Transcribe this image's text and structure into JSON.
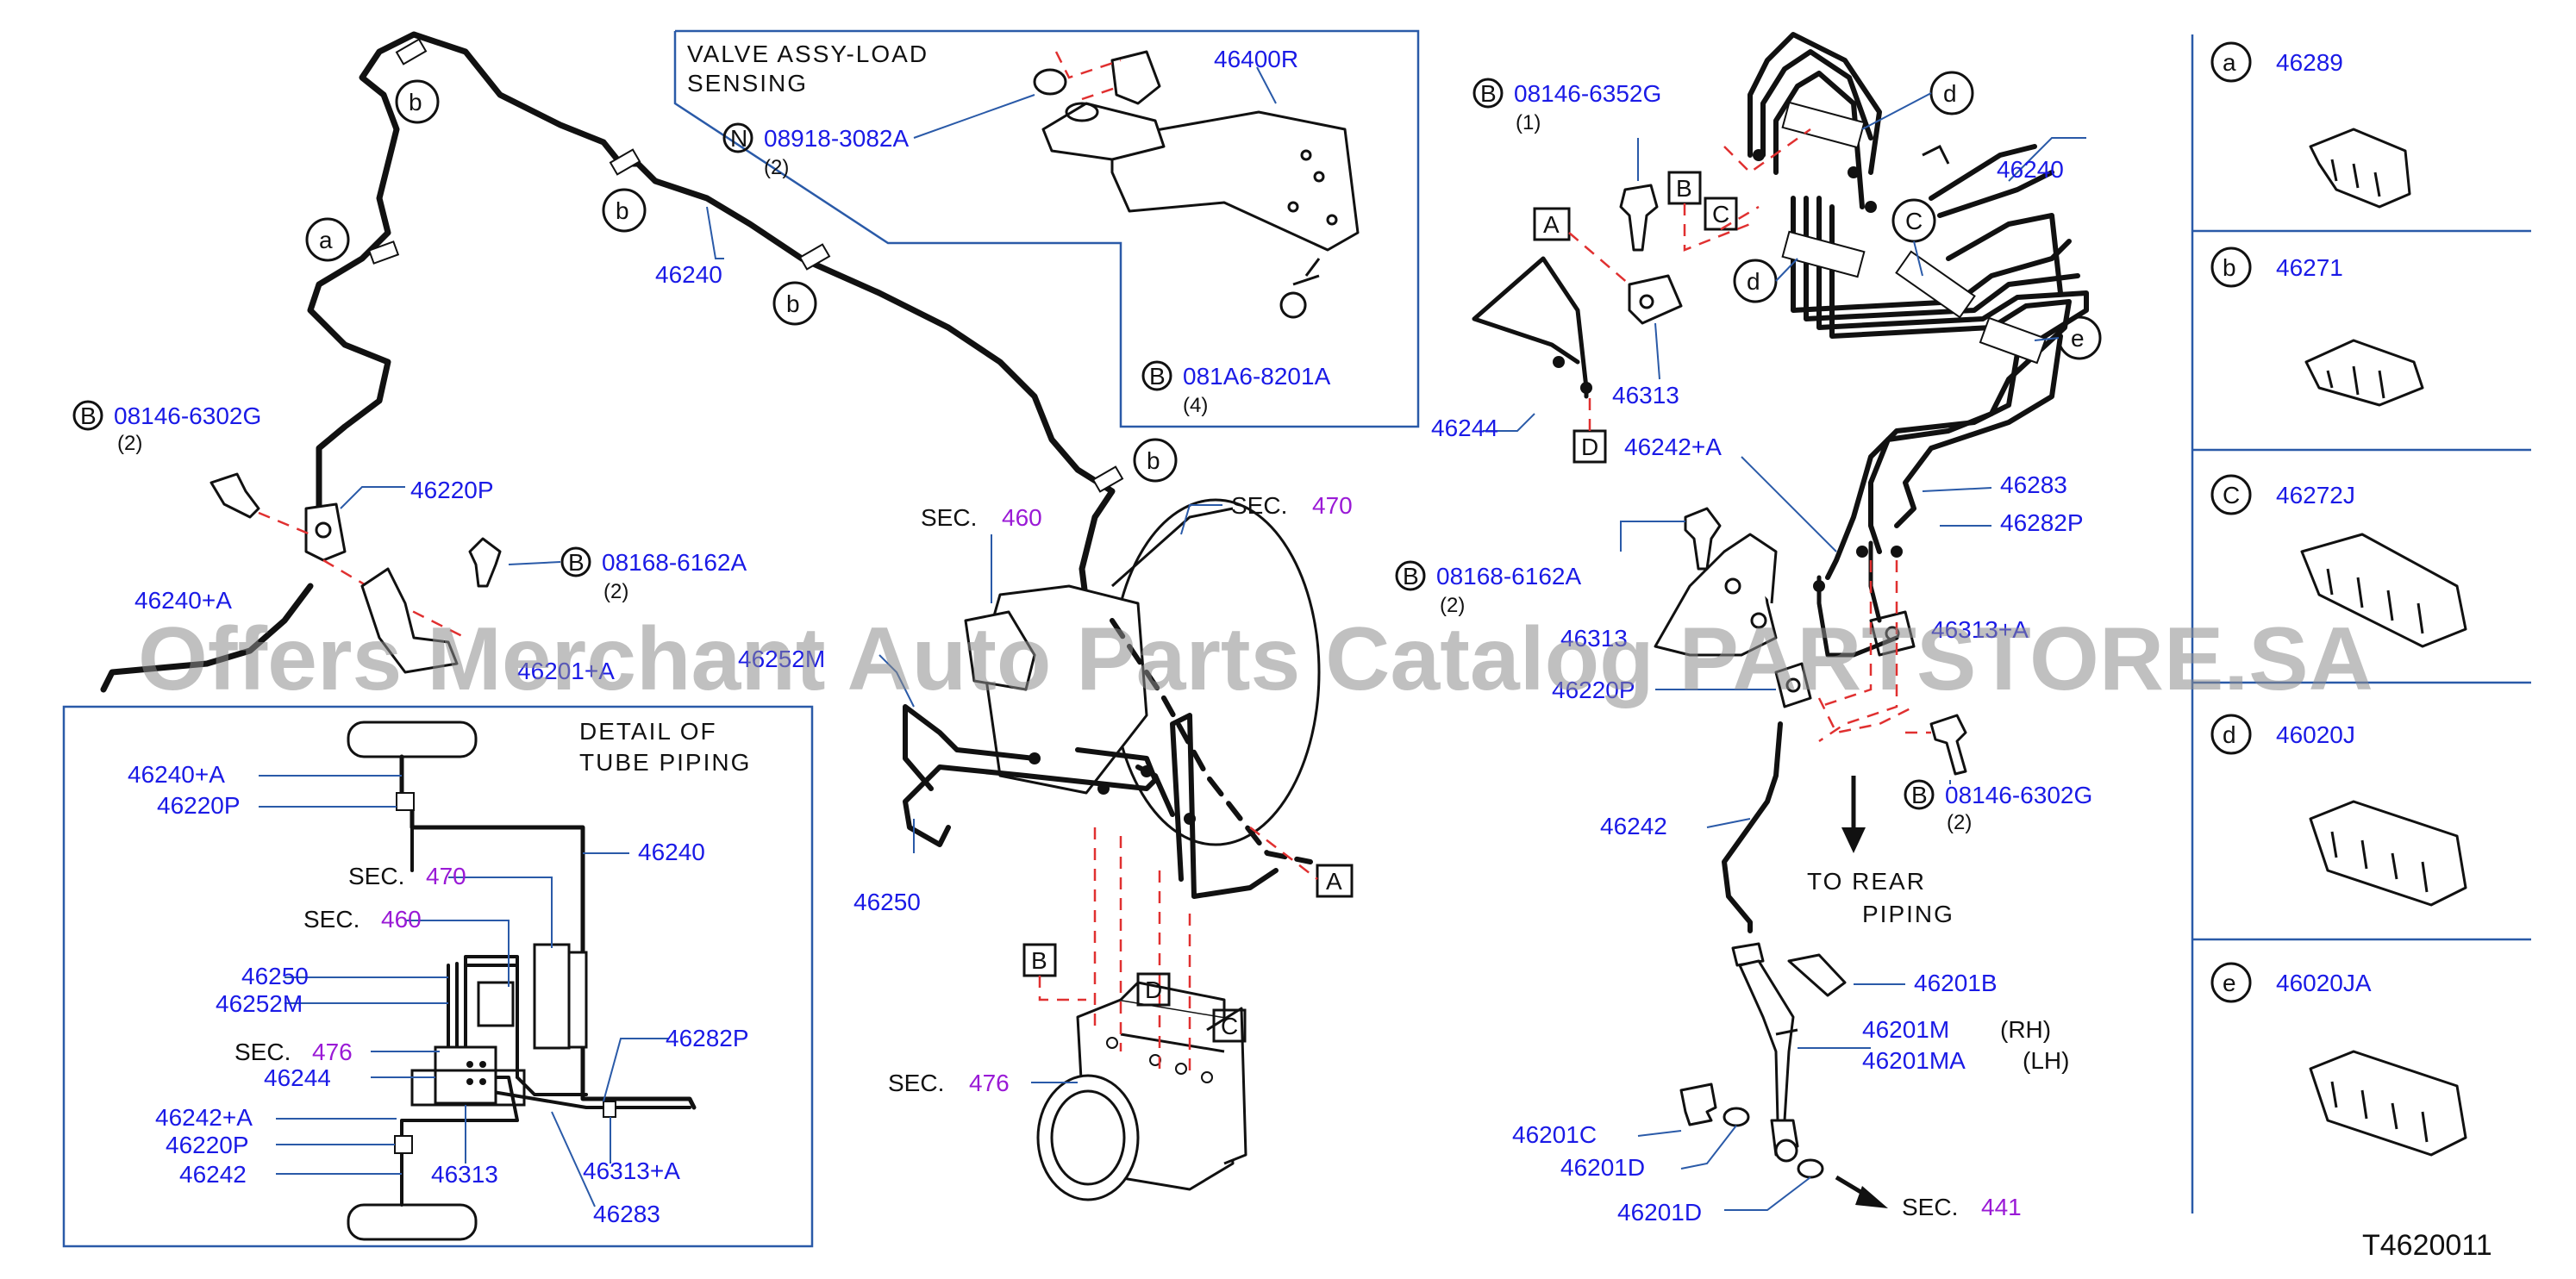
{
  "diagram": {
    "code": "T4620011",
    "watermark": "Offers Merchant Auto Parts Catalog PARTSTORE.SA",
    "inset_valve": {
      "title_line1": "VALVE   ASSY-LOAD",
      "title_line2": "SENSING",
      "part_main": "46400R",
      "nut_symbol": "N",
      "nut_part": "08918-3082A",
      "nut_qty": "(2)",
      "bolt_symbol": "B",
      "bolt_part": "081A6-8201A",
      "bolt_qty": "(4)"
    },
    "left": {
      "pipe_main": "46240",
      "clip_a": "a",
      "clip_b": "b",
      "bolt_symbol": "B",
      "bolt1_part": "08146-6302G",
      "bolt1_qty": "(2)",
      "connector": "46220P",
      "bolt2_part": "08168-6162A",
      "bolt2_qty": "(2)",
      "pipe_46240a": "46240+A",
      "hidden_part": "46201+A"
    },
    "center": {
      "sec_word": "SEC.",
      "sec_460": "460",
      "sec_470": "470",
      "sec_476": "476",
      "pipe_46252m": "46252M",
      "pipe_46250": "46250",
      "ref_a": "A",
      "ref_b": "B",
      "ref_c": "C",
      "ref_d": "D"
    },
    "detail": {
      "title_line1": "DETAIL   OF",
      "title_line2": "TUBE   PIPING",
      "labels": {
        "p46240a": "46240+A",
        "p46220p_top": "46220P",
        "p46240": "46240",
        "sec_word": "SEC.",
        "sec_470": "470",
        "sec_460": "460",
        "p46250": "46250",
        "p46252m": "46252M",
        "sec_476": "476",
        "p46282p": "46282P",
        "p46244": "46244",
        "p46242a": "46242+A",
        "p46220p_bottom": "46220P",
        "p46242": "46242",
        "p46313": "46313",
        "p46313a": "46313+A",
        "p46283": "46283"
      }
    },
    "right": {
      "bolt_symbol": "B",
      "bolt1_part": "08146-6352G",
      "bolt1_qty": "(1)",
      "ref_a": "A",
      "ref_b": "B",
      "ref_c": "C",
      "ref_d": "D",
      "clip_c": "C",
      "clip_d": "d",
      "clip_e": "e",
      "pipe_46240": "46240",
      "pipe_46244": "46244",
      "conn_46313": "46313",
      "pipe_46242a": "46242+A",
      "pipe_46283": "46283",
      "pipe_46282p": "46282P",
      "bolt2_part": "08168-6162A",
      "bolt2_qty": "(2)",
      "hidden_46313": "46313",
      "hidden_46313a": "46313+A",
      "conn_46220p": "46220P",
      "bolt3_part": "08146-6302G",
      "bolt3_qty": "(2)",
      "pipe_46242": "46242",
      "to_rear_line1": "TO   REAR",
      "to_rear_line2": "PIPING",
      "clip_46201b": "46201B",
      "hose_46201m": "46201M",
      "hose_46201m_side": "(RH)",
      "hose_46201ma": "46201MA",
      "hose_46201ma_side": "(LH)",
      "bolt_46201c": "46201C",
      "washer_46201d_1": "46201D",
      "washer_46201d_2": "46201D",
      "sec_word": "SEC.",
      "sec_441": "441"
    },
    "legend": [
      {
        "letter": "a",
        "part": "46289"
      },
      {
        "letter": "b",
        "part": "46271"
      },
      {
        "letter": "C",
        "part": "46272J"
      },
      {
        "letter": "d",
        "part": "46020J"
      },
      {
        "letter": "e",
        "part": "46020JA"
      }
    ]
  }
}
